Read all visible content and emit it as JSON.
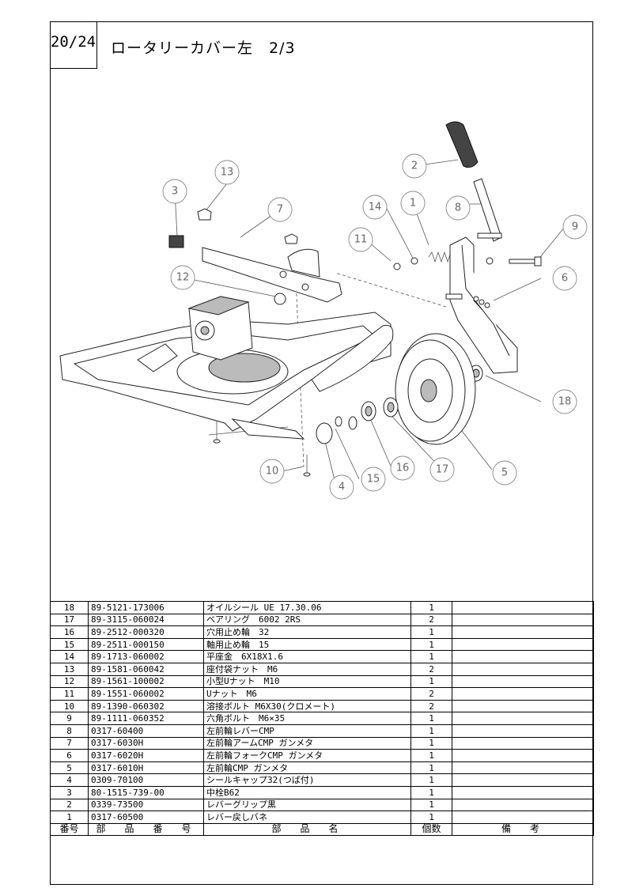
{
  "header": {
    "page_no": "20/24",
    "title": "ロータリーカバー左　2/3"
  },
  "callouts": [
    "1",
    "2",
    "3",
    "4",
    "5",
    "6",
    "7",
    "8",
    "9",
    "10",
    "11",
    "12",
    "13",
    "14",
    "15",
    "16",
    "17",
    "18"
  ],
  "table": {
    "headers": [
      "番号",
      "部　品　番　号",
      "部　品　名",
      "個数",
      "備　考"
    ],
    "rows": [
      {
        "no": "18",
        "code": "89-5121-173006",
        "name": "オイルシール UE 17.30.06",
        "qty": "1",
        "note": ""
      },
      {
        "no": "17",
        "code": "89-3115-060024",
        "name": "ベアリング　6002 2RS",
        "qty": "2",
        "note": ""
      },
      {
        "no": "16",
        "code": "89-2512-000320",
        "name": "穴用止め輪　32",
        "qty": "1",
        "note": ""
      },
      {
        "no": "15",
        "code": "89-2511-000150",
        "name": "軸用止め輪　15",
        "qty": "1",
        "note": ""
      },
      {
        "no": "14",
        "code": "89-1713-060002",
        "name": "平座金　6X18X1.6",
        "qty": "1",
        "note": ""
      },
      {
        "no": "13",
        "code": "89-1581-060042",
        "name": "座付袋ナット　M6",
        "qty": "2",
        "note": ""
      },
      {
        "no": "12",
        "code": "89-1561-100002",
        "name": "小型Uナット　M10",
        "qty": "1",
        "note": ""
      },
      {
        "no": "11",
        "code": "89-1551-060002",
        "name": "Uナット　M6",
        "qty": "2",
        "note": ""
      },
      {
        "no": "10",
        "code": "89-1390-060302",
        "name": "溶接ボルト M6X30(クロメート)",
        "qty": "2",
        "note": ""
      },
      {
        "no": "9",
        "code": "89-1111-060352",
        "name": "六角ボルト　M6×35",
        "qty": "1",
        "note": ""
      },
      {
        "no": "8",
        "code": "0317-60400",
        "name": "左前輪レバーCMP",
        "qty": "1",
        "note": ""
      },
      {
        "no": "7",
        "code": "0317-6030H",
        "name": "左前輪アームCMP ガンメタ",
        "qty": "1",
        "note": ""
      },
      {
        "no": "6",
        "code": "0317-6020H",
        "name": "左前輪フォークCMP ガンメタ",
        "qty": "1",
        "note": ""
      },
      {
        "no": "5",
        "code": "0317-6010H",
        "name": "左前輪CMP ガンメタ",
        "qty": "1",
        "note": ""
      },
      {
        "no": "4",
        "code": "0309-70100",
        "name": "シールキャップ32(つば付)",
        "qty": "1",
        "note": ""
      },
      {
        "no": "3",
        "code": "80-1515-739-00",
        "name": "中栓B62",
        "qty": "1",
        "note": ""
      },
      {
        "no": "2",
        "code": "0339-73500",
        "name": "レバーグリップ黒",
        "qty": "1",
        "note": ""
      },
      {
        "no": "1",
        "code": "0317-60500",
        "name": "レバー戻しバネ",
        "qty": "1",
        "note": ""
      }
    ]
  }
}
